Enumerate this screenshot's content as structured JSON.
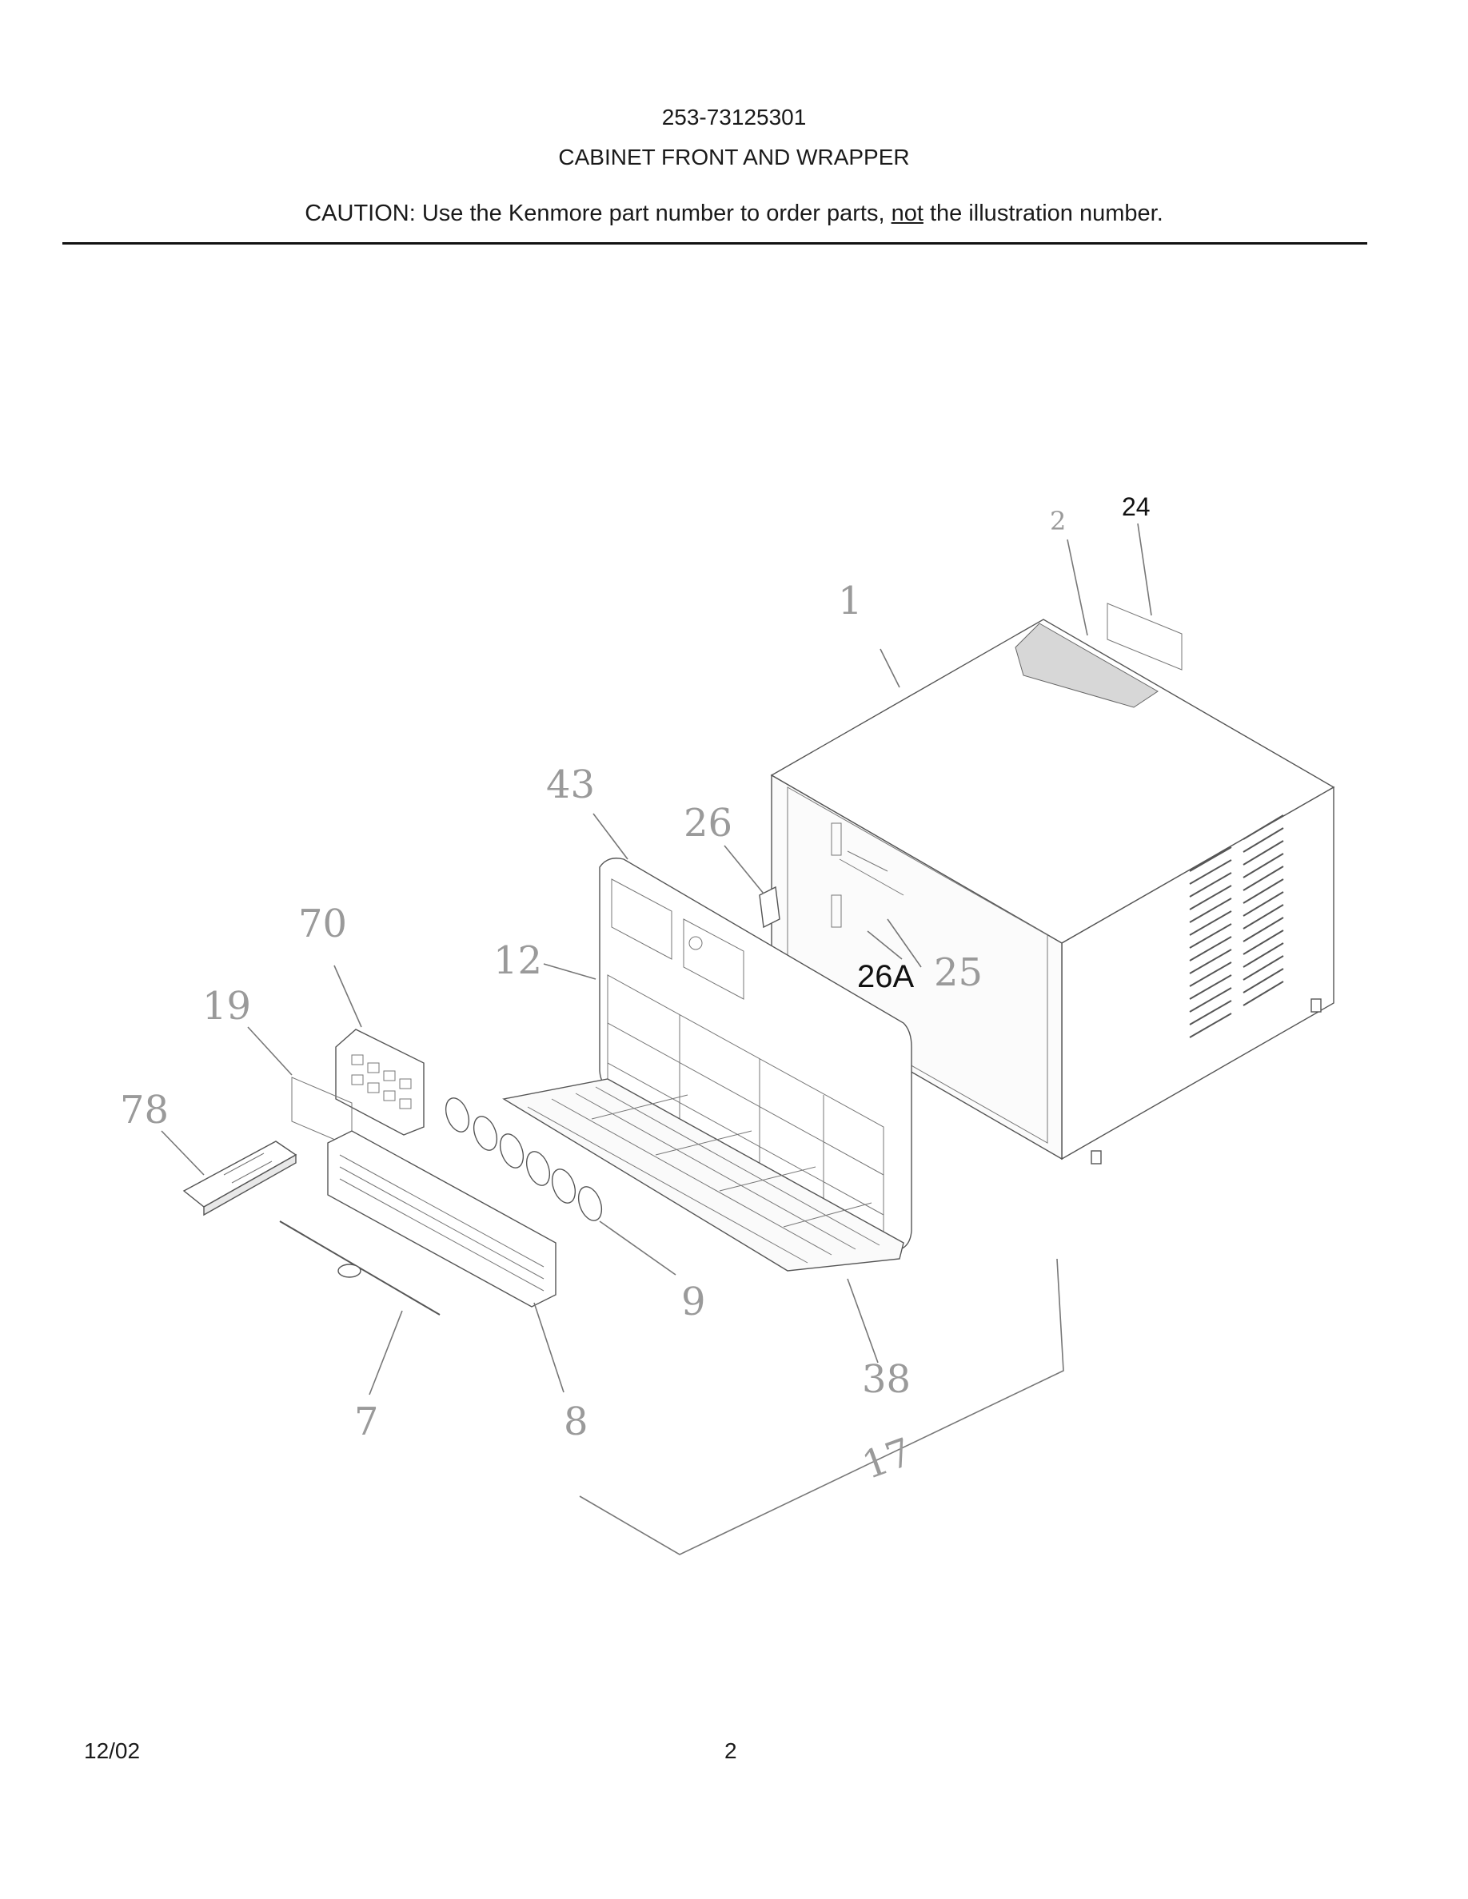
{
  "header": {
    "model_number": "253-73125301",
    "section_title": "CABINET FRONT AND WRAPPER",
    "caution_prefix": "CAUTION: Use the Kenmore part number to order parts,",
    "caution_emphasis": "not",
    "caution_suffix": "the illustration number."
  },
  "callouts": {
    "c1": "1",
    "c2": "2",
    "c7": "7",
    "c8": "8",
    "c9": "9",
    "c12": "12",
    "c17": "17",
    "c19": "19",
    "c24": "24",
    "c25": "25",
    "c26": "26",
    "c26a": "26A",
    "c38": "38",
    "c43": "43",
    "c70": "70",
    "c78": "78"
  },
  "footer": {
    "date": "12/02",
    "page_number": "2"
  }
}
